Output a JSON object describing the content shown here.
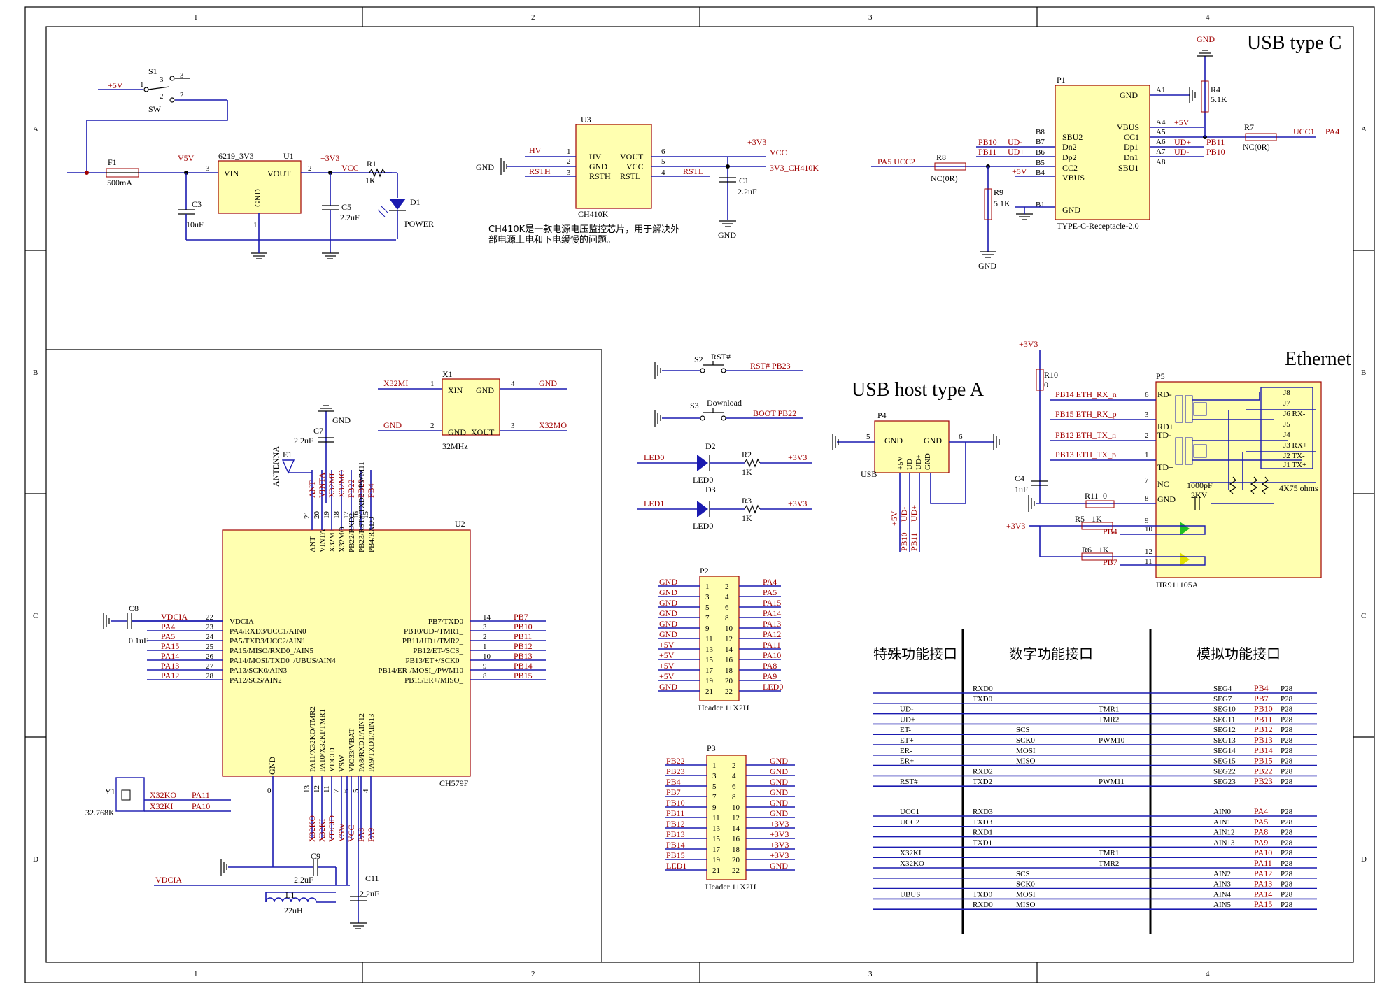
{
  "border": {
    "columns": [
      "1",
      "2",
      "3",
      "4"
    ],
    "rows": [
      "A",
      "B",
      "C",
      "D"
    ]
  },
  "sections": {
    "usb_type_c": "USB type C",
    "usb_host": "USB host type A",
    "ethernet": "Ethernet"
  },
  "power": {
    "s1": {
      "ref": "S1",
      "type": "SW",
      "pins": [
        "1",
        "2",
        "3",
        "3",
        "2"
      ],
      "net": "+5V"
    },
    "f1": {
      "ref": "F1",
      "value": "500mA"
    },
    "u1": {
      "ref": "U1",
      "part": "6219_3V3",
      "pins": {
        "vin": "VIN",
        "vout": "VOUT",
        "gnd": "GND",
        "vin_n": "3",
        "vout_n": "2",
        "gnd_n": "1"
      }
    },
    "c3": {
      "ref": "C3",
      "value": "10uF"
    },
    "c5": {
      "ref": "C5",
      "value": "2.2uF"
    },
    "r1": {
      "ref": "R1",
      "value": "1K"
    },
    "d1": {
      "ref": "D1",
      "label": "POWER"
    },
    "nets": {
      "v5": "V5V",
      "v3": "+3V3",
      "vcc": "VCC"
    }
  },
  "ch410k": {
    "ref": "U3",
    "part": "CH410K",
    "left_pins": [
      "HV",
      "GND",
      "RSTH"
    ],
    "right_pins": [
      "VOUT",
      "VCC",
      "RSTL"
    ],
    "left_nums": [
      "1",
      "2",
      "3"
    ],
    "right_nums": [
      "6",
      "5",
      "4"
    ],
    "nets": {
      "hv": "HV",
      "gnd": "GND",
      "rsth": "RSTH",
      "vcc": "VCC",
      "rstl": "RSTL",
      "v3": "+3V3",
      "v3_ch": "3V3_CH410K",
      "gnd2": "GND"
    },
    "c1": {
      "ref": "C1",
      "value": "2.2uF"
    },
    "note_line1": "CH410K是一款电源电压监控芯片，用于解决外",
    "note_line2": "部电源上电和下电缓慢的问题。"
  },
  "usbc": {
    "ref": "P1",
    "part": "TYPE-C-Receptacle-2.0",
    "left_pins": [
      "SBU2",
      "Dn2",
      "Dp2",
      "CC2",
      "VBUS",
      "GND"
    ],
    "left_nums": [
      "B8",
      "B7",
      "B6",
      "B5",
      "B4",
      "B1"
    ],
    "right_pins": [
      "GND",
      "VBUS",
      "CC1",
      "Dp1",
      "Dn1",
      "SBU1"
    ],
    "right_nums": [
      "A1",
      "A4",
      "A5",
      "A6",
      "A7",
      "A8"
    ],
    "left_nets": [
      "PB10",
      "UD-",
      "PB11",
      "UD+",
      "+5V"
    ],
    "right_nets": [
      "+5V",
      "UD+",
      "PB11",
      "UD-",
      "PB10",
      "UCC1",
      "PA4"
    ],
    "r4": {
      "ref": "R4",
      "value": "5.1K"
    },
    "r7": {
      "ref": "R7",
      "value": "NC(0R)"
    },
    "r8": {
      "ref": "R8",
      "value": "NC(0R)"
    },
    "r9": {
      "ref": "R9",
      "value": "5.1K"
    },
    "ucc2": "PA5  UCC2",
    "gnd": "GND"
  },
  "crystal": {
    "x1": {
      "ref": "X1",
      "value": "32MHz",
      "pins": [
        "XIN",
        "GND",
        "GND",
        "XOUT"
      ],
      "nums": [
        "1",
        "4",
        "2",
        "3"
      ]
    },
    "nets": [
      "X32MI",
      "GND",
      "GND",
      "X32MO"
    ]
  },
  "mcu": {
    "ref": "U2",
    "part": "CH579F",
    "top_pins": [
      "ANT",
      "VINTA",
      "X32MI",
      "X32MO",
      "PB22/RXD2",
      "PB23/RST#/TXD2_/PWM11",
      "PB4/RXD0"
    ],
    "top_nums": [
      "21",
      "20",
      "19",
      "18",
      "17",
      "16",
      "15"
    ],
    "top_nets": [
      "ANT",
      "VINTA",
      "X32MI",
      "X32MO",
      "PB22",
      "PB23",
      "PB4"
    ],
    "left_pins": [
      "VDCIA",
      "PA4/RXD3/UCC1/AIN0",
      "PA5/TXD3/UCC2/AIN1",
      "PA15/MISO/RXD0_/AIN5",
      "PA14/MOSI/TXD0_/UBUS/AIN4",
      "PA13/SCK0/AIN3",
      "PA12/SCS/AIN2"
    ],
    "left_nums": [
      "22",
      "23",
      "24",
      "25",
      "26",
      "27",
      "28"
    ],
    "left_nets": [
      "VDCIA",
      "PA4",
      "PA5",
      "PA15",
      "PA14",
      "PA13",
      "PA12"
    ],
    "right_pins": [
      "PB7/TXD0",
      "PB10/UD-/TMR1_",
      "PB11/UD+/TMR2_",
      "PB12/ET-/SCS_",
      "PB13/ET+/SCK0_",
      "PB14/ER-/MOSI_/PWM10",
      "PB15/ER+/MISO_"
    ],
    "right_nums": [
      "14",
      "3",
      "2",
      "1",
      "10",
      "9",
      "8"
    ],
    "right_nets": [
      "PB7",
      "PB10",
      "PB11",
      "PB12",
      "PB13",
      "PB14",
      "PB15"
    ],
    "bottom_pins": [
      "PA11/X32KO/TMR2",
      "PA10/X32KI/TMR1",
      "VDCID",
      "VSW",
      "VIO33/VBAT",
      "PA8/RXD1/AIN12",
      "PA9/TXD1/AIN13"
    ],
    "bottom_nums": [
      "13",
      "12",
      "11",
      "7",
      "6",
      "5",
      "4"
    ],
    "bottom_nets": [
      "X32KO",
      "X32KI",
      "VDCID",
      "VSW",
      "VCC",
      "PA8",
      "PA9"
    ],
    "gnd": "GND",
    "gnd_num": "0",
    "c7": {
      "ref": "C7",
      "value": "2.2uF"
    },
    "c8": {
      "ref": "C8",
      "value": "0.1uF"
    },
    "c9": {
      "ref": "C9",
      "value": "2.2uF"
    },
    "c11": {
      "ref": "C11",
      "value": "2.2uF"
    },
    "l1": {
      "ref": "L1",
      "value": "22uH"
    },
    "e1": {
      "ref": "E1",
      "label": "ANTENNA"
    },
    "y1": {
      "ref": "Y1",
      "value": "32.768K",
      "nets": [
        "X32KO",
        "X32KI"
      ],
      "pins": [
        "PA11",
        "PA10"
      ]
    },
    "vdcia": "VDCIA"
  },
  "buttons": {
    "s2": {
      "ref": "S2",
      "label": "RST#",
      "net": "RST#  PB23"
    },
    "s3": {
      "ref": "S3",
      "label": "Download",
      "net": "BOOT  PB22"
    },
    "d2": {
      "ref": "D2",
      "value": "LED0",
      "net": "LED0"
    },
    "d3": {
      "ref": "D3",
      "value": "LED0",
      "net": "LED1"
    },
    "r2": {
      "ref": "R2",
      "value": "1K"
    },
    "r3": {
      "ref": "R3",
      "value": "1K"
    },
    "v3": "+3V3"
  },
  "p2": {
    "ref": "P2",
    "part": "Header 11X2H",
    "left": [
      "GND",
      "GND",
      "GND",
      "GND",
      "GND",
      "GND",
      "+5V",
      "+5V",
      "+5V",
      "+5V",
      "GND"
    ],
    "right": [
      "PA4",
      "PA5",
      "PA15",
      "PA14",
      "PA13",
      "PA12",
      "PA11",
      "PA10",
      "PA8",
      "PA9",
      "LED0"
    ],
    "lnums": [
      "1",
      "3",
      "5",
      "7",
      "9",
      "11",
      "13",
      "15",
      "17",
      "19",
      "21"
    ],
    "rnums": [
      "2",
      "4",
      "6",
      "8",
      "10",
      "12",
      "14",
      "16",
      "18",
      "20",
      "22"
    ]
  },
  "p3": {
    "ref": "P3",
    "part": "Header 11X2H",
    "left": [
      "PB22",
      "PB23",
      "PB4",
      "PB7",
      "PB10",
      "PB11",
      "PB12",
      "PB13",
      "PB14",
      "PB15",
      "LED1"
    ],
    "right": [
      "GND",
      "GND",
      "GND",
      "GND",
      "GND",
      "GND",
      "+3V3",
      "+3V3",
      "+3V3",
      "+3V3",
      "GND"
    ],
    "lnums": [
      "1",
      "3",
      "5",
      "7",
      "9",
      "11",
      "13",
      "15",
      "17",
      "19",
      "21"
    ],
    "rnums": [
      "2",
      "4",
      "6",
      "8",
      "10",
      "12",
      "14",
      "16",
      "18",
      "20",
      "22"
    ]
  },
  "usba": {
    "ref": "P4",
    "part": "USB",
    "pins": [
      "GND",
      "GND",
      "+5V",
      "UD-",
      "UD+",
      "GND"
    ],
    "nums": [
      "5",
      "6"
    ],
    "nets": [
      "+5V",
      "UD-",
      "UD+",
      "PB10",
      "PB11"
    ]
  },
  "eth": {
    "ref": "P5",
    "part": "HR911105A",
    "v3": "+3V3",
    "r10": {
      "ref": "R10",
      "value": "0"
    },
    "c4": {
      "ref": "C4",
      "value": "1uF"
    },
    "r11": {
      "ref": "R11",
      "value": "0"
    },
    "r5": {
      "ref": "R5",
      "value": "1K"
    },
    "r6": {
      "ref": "R6",
      "value": "1K"
    },
    "left_nets": [
      "PB14   ETH_RX_n",
      "PB15   ETH_RX_p",
      "PB12   ETH_TX_n",
      "PB13   ETH_TX_p"
    ],
    "left_nums": [
      "6",
      "3",
      "2",
      "1",
      "7",
      "8",
      "9",
      "10",
      "12",
      "11"
    ],
    "left_pins": [
      "RD-",
      "RD+",
      "TD-",
      "TD+",
      "NC",
      "GND"
    ],
    "right_pins": [
      "J8",
      "J7",
      "J6 RX-",
      "J5",
      "J4",
      "J3 RX+",
      "J2 TX-",
      "J1 TX+"
    ],
    "cap": "1000pF",
    "kv": "2KV",
    "res": "4X75 ohms",
    "pb4": "PB4",
    "pb7": "PB7",
    "v3b": "+3V3"
  },
  "table": {
    "headers": [
      "特殊功能接口",
      "数字功能接口",
      "模拟功能接口"
    ],
    "rows1": [
      [
        "",
        "RXD0",
        "",
        "",
        "SEG4",
        "PB4",
        "P28"
      ],
      [
        "",
        "TXD0",
        "",
        "",
        "SEG7",
        "PB7",
        "P28"
      ],
      [
        "UD-",
        "",
        "",
        "TMR1",
        "SEG10",
        "PB10",
        "P28"
      ],
      [
        "UD+",
        "",
        "",
        "TMR2",
        "SEG11",
        "PB11",
        "P28"
      ],
      [
        "ET-",
        "",
        "SCS",
        "",
        "SEG12",
        "PB12",
        "P28"
      ],
      [
        "ET+",
        "",
        "SCK0",
        "PWM10",
        "SEG13",
        "PB13",
        "P28"
      ],
      [
        "ER-",
        "",
        "MOSI",
        "",
        "SEG14",
        "PB14",
        "P28"
      ],
      [
        "ER+",
        "",
        "MISO",
        "",
        "SEG15",
        "PB15",
        "P28"
      ],
      [
        "",
        "RXD2",
        "",
        "",
        "SEG22",
        "PB22",
        "P28"
      ],
      [
        "RST#",
        "TXD2",
        "",
        "PWM11",
        "SEG23",
        "PB23",
        "P28"
      ]
    ],
    "rows2": [
      [
        "UCC1",
        "RXD3",
        "",
        "",
        "AIN0",
        "PA4",
        "P28"
      ],
      [
        "UCC2",
        "TXD3",
        "",
        "",
        "AIN1",
        "PA5",
        "P28"
      ],
      [
        "",
        "RXD1",
        "",
        "",
        "AIN12",
        "PA8",
        "P28"
      ],
      [
        "",
        "TXD1",
        "",
        "",
        "AIN13",
        "PA9",
        "P28"
      ],
      [
        "X32KI",
        "",
        "",
        "TMR1",
        "",
        "PA10",
        "P28"
      ],
      [
        "X32KO",
        "",
        "",
        "TMR2",
        "",
        "PA11",
        "P28"
      ],
      [
        "",
        "",
        "SCS",
        "",
        "AIN2",
        "PA12",
        "P28"
      ],
      [
        "",
        "",
        "SCK0",
        "",
        "AIN3",
        "PA13",
        "P28"
      ],
      [
        "UBUS",
        "TXD0",
        "MOSI",
        "",
        "AIN4",
        "PA14",
        "P28"
      ],
      [
        "",
        "RXD0",
        "MISO",
        "",
        "AIN5",
        "PA15",
        "P28"
      ]
    ]
  }
}
